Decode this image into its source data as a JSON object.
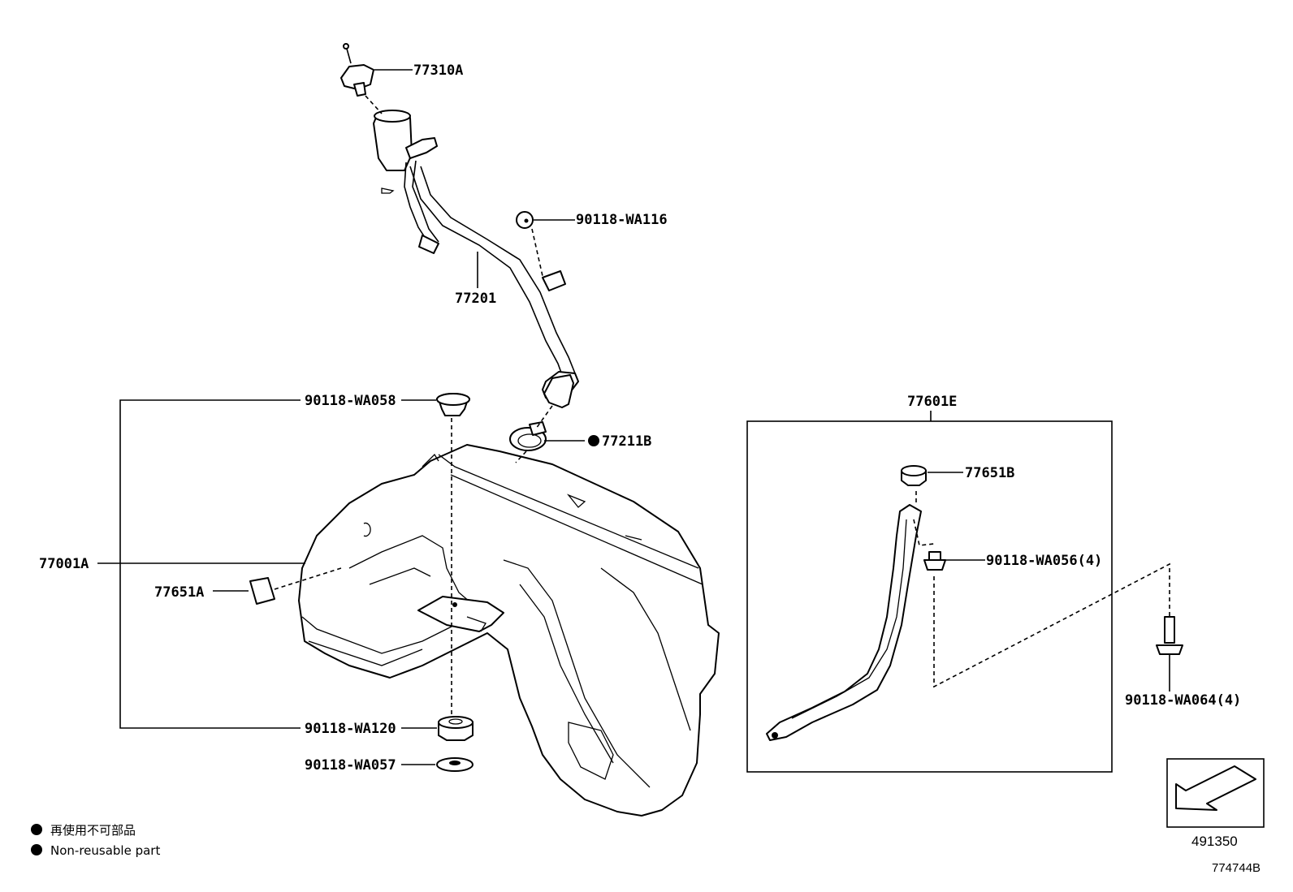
{
  "labels": {
    "p77310A": "77310A",
    "p90118_WA116": "90118-WA116",
    "p77201": "77201",
    "p90118_WA058": "90118-WA058",
    "p77211B": "77211B",
    "p77001A": "77001A",
    "p77651A": "77651A",
    "p90118_WA120": "90118-WA120",
    "p90118_WA057": "90118-WA057",
    "p77601E": "77601E",
    "p77651B": "77651B",
    "p90118_WA056": "90118-WA056(4)",
    "p90118_WA064": "90118-WA064(4)"
  },
  "legend": {
    "line1": "再使用不可部品",
    "line2": "Non-reusable part"
  },
  "icons": {
    "marker": "filled-circle-icon",
    "reference": "arrow-box-icon"
  },
  "reference_code": "491350",
  "figure_code": "774744B"
}
